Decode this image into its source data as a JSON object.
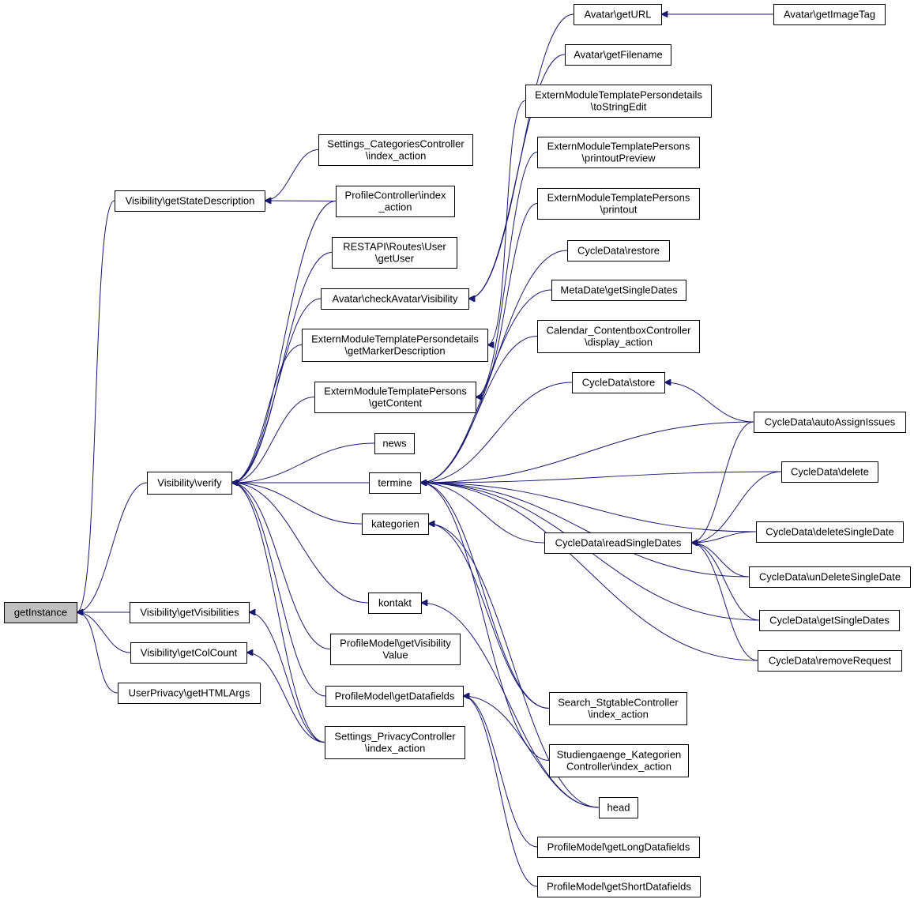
{
  "nodes": [
    {
      "id": "getInstance",
      "lines": [
        "getInstance"
      ],
      "root": true
    },
    {
      "id": "vis_getStateDescription",
      "lines": [
        "Visibility\\getStateDescription"
      ]
    },
    {
      "id": "vis_verify",
      "lines": [
        "Visibility\\verify"
      ]
    },
    {
      "id": "vis_getVisibilities",
      "lines": [
        "Visibility\\getVisibilities"
      ]
    },
    {
      "id": "vis_getColCount",
      "lines": [
        "Visibility\\getColCount"
      ]
    },
    {
      "id": "up_getHTMLArgs",
      "lines": [
        "UserPrivacy\\getHTMLArgs"
      ]
    },
    {
      "id": "settings_cat_index",
      "lines": [
        "Settings_CategoriesController",
        "\\index_action"
      ]
    },
    {
      "id": "profile_ctrl_index",
      "lines": [
        "ProfileController\\index",
        "_action"
      ]
    },
    {
      "id": "restapi_getUser",
      "lines": [
        "RESTAPI\\Routes\\User",
        "\\getUser"
      ]
    },
    {
      "id": "avatar_checkVis",
      "lines": [
        "Avatar\\checkAvatarVisibility"
      ]
    },
    {
      "id": "emtpd_getMarkerDesc",
      "lines": [
        "ExternModuleTemplatePersondetails",
        "\\getMarkerDescription"
      ]
    },
    {
      "id": "emtp_getContent",
      "lines": [
        "ExternModuleTemplatePersons",
        "\\getContent"
      ]
    },
    {
      "id": "news",
      "lines": [
        "news"
      ]
    },
    {
      "id": "termine",
      "lines": [
        "termine"
      ]
    },
    {
      "id": "kategorien",
      "lines": [
        "kategorien"
      ]
    },
    {
      "id": "kontakt",
      "lines": [
        "kontakt"
      ]
    },
    {
      "id": "pm_getVisValue",
      "lines": [
        "ProfileModel\\getVisibility",
        "Value"
      ]
    },
    {
      "id": "pm_getDatafields",
      "lines": [
        "ProfileModel\\getDatafields"
      ]
    },
    {
      "id": "settings_priv_index",
      "lines": [
        "Settings_PrivacyController",
        "\\index_action"
      ]
    },
    {
      "id": "avatar_getURL",
      "lines": [
        "Avatar\\getURL"
      ]
    },
    {
      "id": "avatar_getImageTag",
      "lines": [
        "Avatar\\getImageTag"
      ]
    },
    {
      "id": "avatar_getFilename",
      "lines": [
        "Avatar\\getFilename"
      ]
    },
    {
      "id": "emtpd_toStringEdit",
      "lines": [
        "ExternModuleTemplatePersondetails",
        "\\toStringEdit"
      ]
    },
    {
      "id": "emtp_printoutPreview",
      "lines": [
        "ExternModuleTemplatePersons",
        "\\printoutPreview"
      ]
    },
    {
      "id": "emtp_printout",
      "lines": [
        "ExternModuleTemplatePersons",
        "\\printout"
      ]
    },
    {
      "id": "cd_restore",
      "lines": [
        "CycleData\\restore"
      ]
    },
    {
      "id": "md_getSingleDates",
      "lines": [
        "MetaDate\\getSingleDates"
      ]
    },
    {
      "id": "cal_display",
      "lines": [
        "Calendar_ContentboxController",
        "\\display_action"
      ]
    },
    {
      "id": "cd_store",
      "lines": [
        "CycleData\\store"
      ]
    },
    {
      "id": "cd_autoAssign",
      "lines": [
        "CycleData\\autoAssignIssues"
      ]
    },
    {
      "id": "cd_delete",
      "lines": [
        "CycleData\\delete"
      ]
    },
    {
      "id": "cd_readSingleDates",
      "lines": [
        "CycleData\\readSingleDates"
      ]
    },
    {
      "id": "cd_deleteSingleDate",
      "lines": [
        "CycleData\\deleteSingleDate"
      ]
    },
    {
      "id": "cd_unDeleteSingleDate",
      "lines": [
        "CycleData\\unDeleteSingleDate"
      ]
    },
    {
      "id": "cd_getSingleDates",
      "lines": [
        "CycleData\\getSingleDates"
      ]
    },
    {
      "id": "cd_removeRequest",
      "lines": [
        "CycleData\\removeRequest"
      ]
    },
    {
      "id": "search_stg_index",
      "lines": [
        "Search_StgtableController",
        "\\index_action"
      ]
    },
    {
      "id": "stud_kat_index",
      "lines": [
        "Studiengaenge_Kategorien",
        "Controller\\index_action"
      ]
    },
    {
      "id": "head",
      "lines": [
        "head"
      ]
    },
    {
      "id": "pm_getLongDatafields",
      "lines": [
        "ProfileModel\\getLongDatafields"
      ]
    },
    {
      "id": "pm_getShortDatafields",
      "lines": [
        "ProfileModel\\getShortDatafields"
      ]
    }
  ],
  "edges": [
    {
      "from": "vis_getStateDescription",
      "to": "getInstance"
    },
    {
      "from": "vis_verify",
      "to": "getInstance"
    },
    {
      "from": "vis_getVisibilities",
      "to": "getInstance"
    },
    {
      "from": "vis_getColCount",
      "to": "getInstance"
    },
    {
      "from": "up_getHTMLArgs",
      "to": "getInstance"
    },
    {
      "from": "settings_cat_index",
      "to": "vis_getStateDescription"
    },
    {
      "from": "profile_ctrl_index",
      "to": "vis_getStateDescription"
    },
    {
      "from": "profile_ctrl_index",
      "to": "vis_verify"
    },
    {
      "from": "restapi_getUser",
      "to": "vis_verify"
    },
    {
      "from": "avatar_checkVis",
      "to": "vis_verify"
    },
    {
      "from": "emtpd_getMarkerDesc",
      "to": "vis_verify"
    },
    {
      "from": "emtp_getContent",
      "to": "vis_verify"
    },
    {
      "from": "news",
      "to": "vis_verify"
    },
    {
      "from": "termine",
      "to": "vis_verify"
    },
    {
      "from": "kategorien",
      "to": "vis_verify"
    },
    {
      "from": "kontakt",
      "to": "vis_verify"
    },
    {
      "from": "pm_getVisValue",
      "to": "vis_verify"
    },
    {
      "from": "pm_getDatafields",
      "to": "vis_verify"
    },
    {
      "from": "settings_priv_index",
      "to": "vis_verify"
    },
    {
      "from": "settings_priv_index",
      "to": "vis_getVisibilities"
    },
    {
      "from": "settings_priv_index",
      "to": "vis_getColCount"
    },
    {
      "from": "avatar_getURL",
      "to": "avatar_checkVis"
    },
    {
      "from": "avatar_getFilename",
      "to": "avatar_checkVis"
    },
    {
      "from": "avatar_getImageTag",
      "to": "avatar_getURL"
    },
    {
      "from": "emtpd_toStringEdit",
      "to": "emtpd_getMarkerDesc"
    },
    {
      "from": "emtp_printoutPreview",
      "to": "emtp_getContent"
    },
    {
      "from": "emtp_printout",
      "to": "emtp_getContent"
    },
    {
      "from": "cd_restore",
      "to": "termine"
    },
    {
      "from": "md_getSingleDates",
      "to": "termine"
    },
    {
      "from": "cal_display",
      "to": "termine"
    },
    {
      "from": "cd_store",
      "to": "termine"
    },
    {
      "from": "cd_autoAssign",
      "to": "termine"
    },
    {
      "from": "cd_delete",
      "to": "termine"
    },
    {
      "from": "cd_readSingleDates",
      "to": "termine"
    },
    {
      "from": "cd_deleteSingleDate",
      "to": "termine"
    },
    {
      "from": "cd_unDeleteSingleDate",
      "to": "termine"
    },
    {
      "from": "cd_getSingleDates",
      "to": "termine"
    },
    {
      "from": "cd_removeRequest",
      "to": "termine"
    },
    {
      "from": "search_stg_index",
      "to": "termine"
    },
    {
      "from": "stud_kat_index",
      "to": "termine"
    },
    {
      "from": "head",
      "to": "kategorien"
    },
    {
      "from": "search_stg_index",
      "to": "kategorien"
    },
    {
      "from": "head",
      "to": "kontakt"
    },
    {
      "from": "head",
      "to": "pm_getDatafields"
    },
    {
      "from": "pm_getLongDatafields",
      "to": "pm_getDatafields"
    },
    {
      "from": "pm_getShortDatafields",
      "to": "pm_getDatafields"
    },
    {
      "from": "cd_autoAssign",
      "to": "cd_store"
    },
    {
      "from": "cd_autoAssign",
      "to": "cd_readSingleDates"
    },
    {
      "from": "cd_delete",
      "to": "cd_readSingleDates"
    },
    {
      "from": "cd_deleteSingleDate",
      "to": "cd_readSingleDates"
    },
    {
      "from": "cd_unDeleteSingleDate",
      "to": "cd_readSingleDates"
    },
    {
      "from": "cd_getSingleDates",
      "to": "cd_readSingleDates"
    },
    {
      "from": "cd_removeRequest",
      "to": "cd_readSingleDates"
    }
  ]
}
